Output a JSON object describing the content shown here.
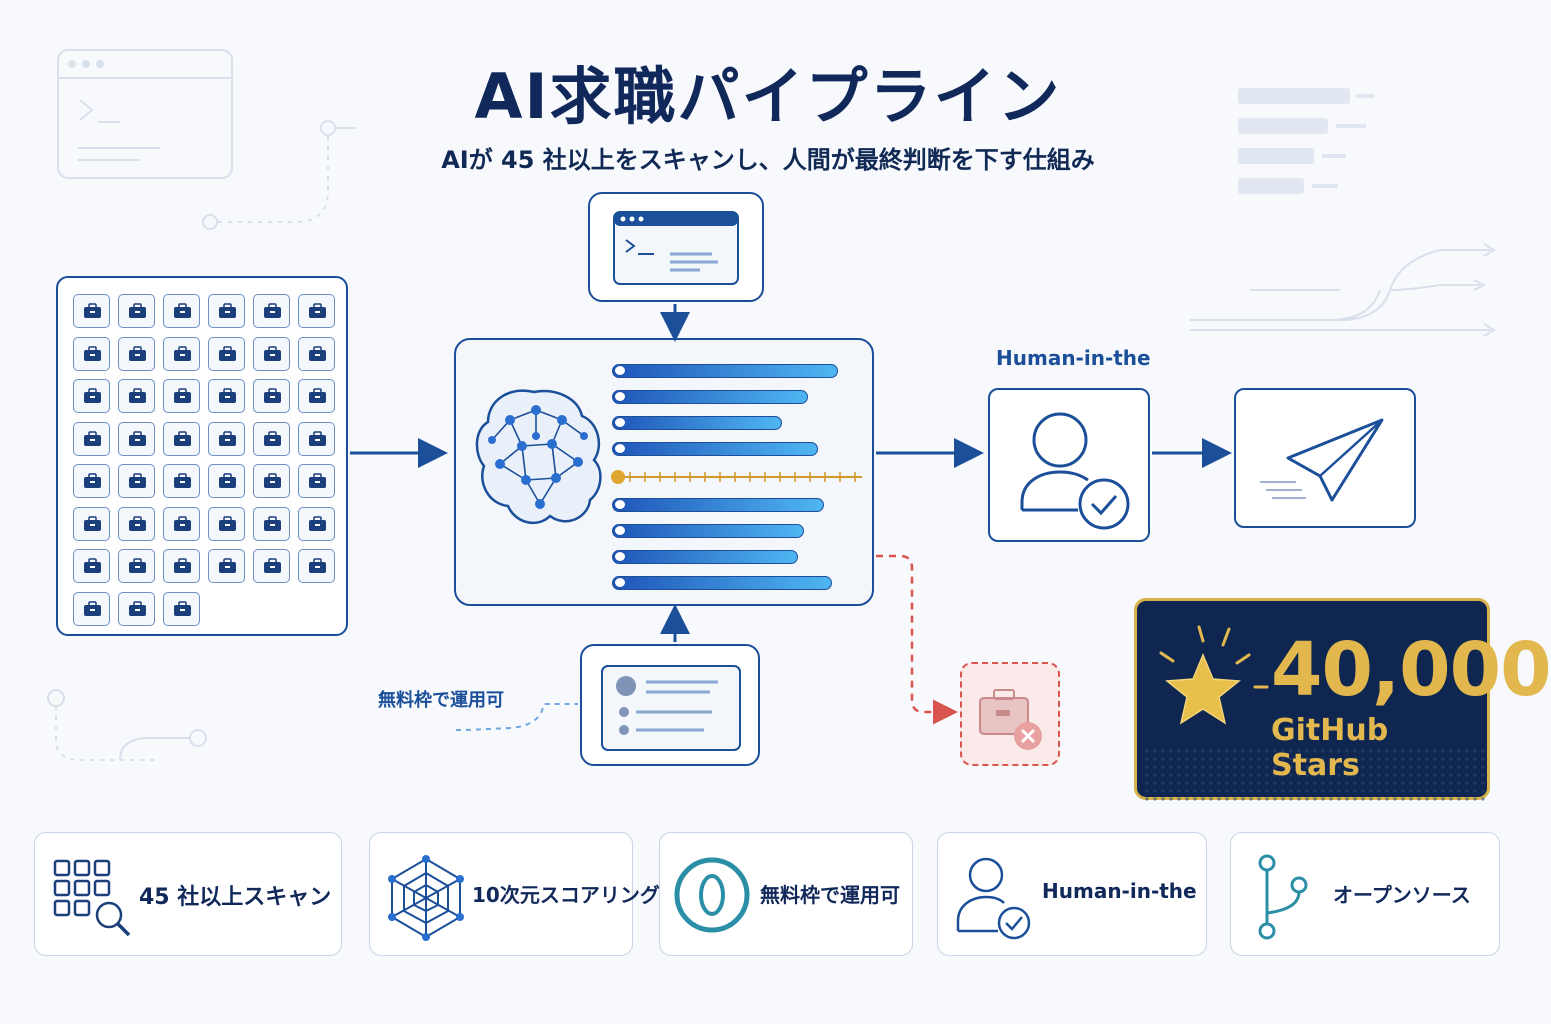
{
  "header": {
    "title": "AI求職パイプライン",
    "subtitle": "AIが 45 社以上をスキャンし、人間が最終判断を下す仕組み"
  },
  "pipeline": {
    "human_label": "Human-in-the",
    "free_tier_label": "無料枠で運用可",
    "grid_dots": "・・・  ・・・",
    "stars": {
      "value": "40,000",
      "label": "GitHub Stars"
    }
  },
  "features": [
    {
      "label": "45 社以上スキャン",
      "icon": "grid-search-icon"
    },
    {
      "label": "10次元スコアリング",
      "icon": "radar-chart-icon"
    },
    {
      "label": "無料枠で運用可",
      "icon": "zero-coin-icon"
    },
    {
      "label": "Human-in-the",
      "icon": "user-check-icon"
    },
    {
      "label": "オープンソース",
      "icon": "git-branch-icon"
    }
  ],
  "colors": {
    "navy": "#10285a",
    "accent_blue": "#1b4f9a",
    "bar_gradient_end": "#4fb6f2",
    "gold": "#e2b84e",
    "reject_red": "#d9534f",
    "teal": "#2a8fa6"
  }
}
